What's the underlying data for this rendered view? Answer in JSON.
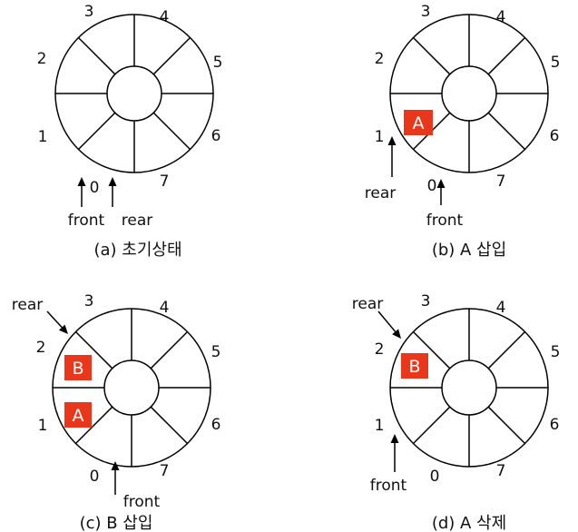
{
  "colors": {
    "stroke": "#000000",
    "text": "#111111",
    "element_fill": "#e8371b",
    "element_text": "#ffffff"
  },
  "panels": [
    {
      "id": "a",
      "caption": "(a) 초기상태",
      "slot_labels": [
        "0",
        "1",
        "2",
        "3",
        "4",
        "5",
        "6",
        "7"
      ],
      "elements": [],
      "pointers": [
        {
          "label": "front",
          "target_slot": "0"
        },
        {
          "label": "rear",
          "target_slot": "0"
        }
      ]
    },
    {
      "id": "b",
      "caption": "(b) A 삽입",
      "slot_labels": [
        "0",
        "1",
        "2",
        "3",
        "4",
        "5",
        "6",
        "7"
      ],
      "elements": [
        {
          "label": "A",
          "slot": "1"
        }
      ],
      "pointers": [
        {
          "label": "rear",
          "target_slot": "1"
        },
        {
          "label": "front",
          "target_slot": "0"
        }
      ]
    },
    {
      "id": "c",
      "caption": "(c) B 삽입",
      "slot_labels": [
        "0",
        "1",
        "2",
        "3",
        "4",
        "5",
        "6",
        "7"
      ],
      "elements": [
        {
          "label": "B",
          "slot": "2"
        },
        {
          "label": "A",
          "slot": "1"
        }
      ],
      "pointers": [
        {
          "label": "rear",
          "target_slot": "2"
        },
        {
          "label": "front",
          "target_slot": "0"
        }
      ]
    },
    {
      "id": "d",
      "caption": "(d) A 삭제",
      "slot_labels": [
        "0",
        "1",
        "2",
        "3",
        "4",
        "5",
        "6",
        "7"
      ],
      "elements": [
        {
          "label": "B",
          "slot": "2"
        }
      ],
      "pointers": [
        {
          "label": "rear",
          "target_slot": "2"
        },
        {
          "label": "front",
          "target_slot": "1"
        }
      ]
    }
  ]
}
